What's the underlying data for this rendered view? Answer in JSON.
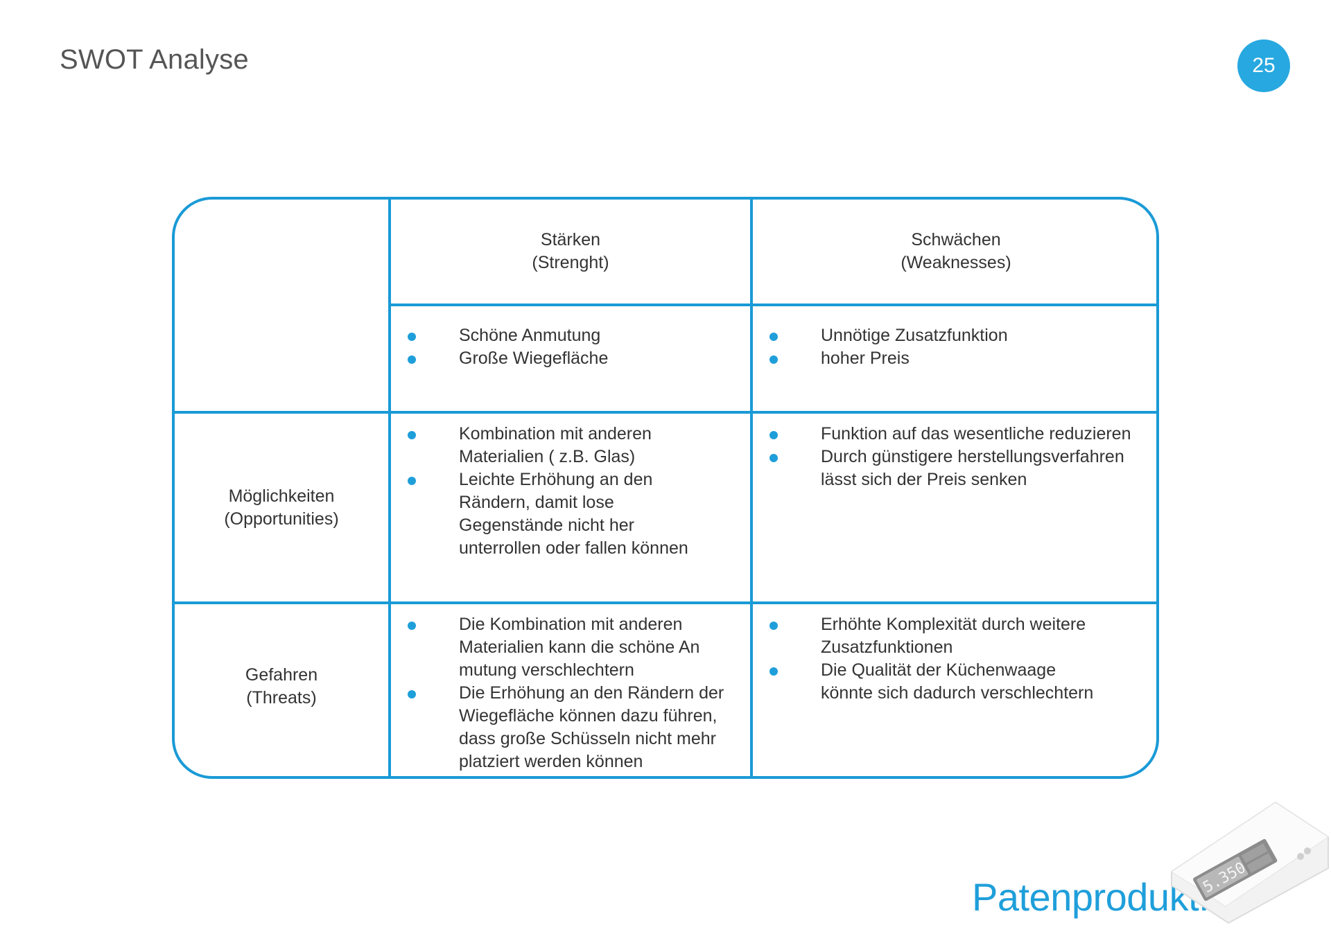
{
  "header": {
    "title": "SWOT Analyse",
    "page_number": "25"
  },
  "swot": {
    "columns": [
      {
        "line1": "Stärken",
        "line2": "(Strenght)"
      },
      {
        "line1": "Schwächen",
        "line2": "(Weaknesses)"
      }
    ],
    "rows": [
      {
        "line1": "",
        "line2": "",
        "strengths_cell": [
          "Schöne Anmutung",
          "Große Wiegefläche"
        ],
        "weaknesses_cell": [
          "Unnötige Zusatzfunktion",
          "hoher Preis"
        ]
      },
      {
        "line1": "Möglichkeiten",
        "line2": "(Opportunities)",
        "strengths_cell": [
          "Kombination mit anderen Materialien ( z.B. Glas)",
          "Leichte Erhöhung an den Rändern, damit lose Gegenstände nicht her unterrollen oder fallen können"
        ],
        "weaknesses_cell": [
          "Funktion auf das wesentliche reduzieren",
          "Durch günstigere herstellungsverfahren lässt sich der Preis senken"
        ]
      },
      {
        "line1": "Gefahren",
        "line2": "(Threats)",
        "strengths_cell": [
          "Die Kombination mit anderen Materialien kann die schöne An mutung verschlechtern",
          "Die Erhöhung an den Rändern der Wiegefläche können dazu führen, dass große Schüsseln nicht mehr platziert werden können"
        ],
        "weaknesses_cell": [
          "Erhöhte Komplexität durch weitere Zusatzfunktionen",
          "Die Qualität der Küchenwaage könnte sich dadurch verschlechtern"
        ]
      }
    ]
  },
  "footer": {
    "brand": "Patenprodukt.",
    "scale_display": "5.350"
  },
  "colors": {
    "accent": "#1a9ad6",
    "bullet": "#1f9fda",
    "text": "#333333"
  }
}
